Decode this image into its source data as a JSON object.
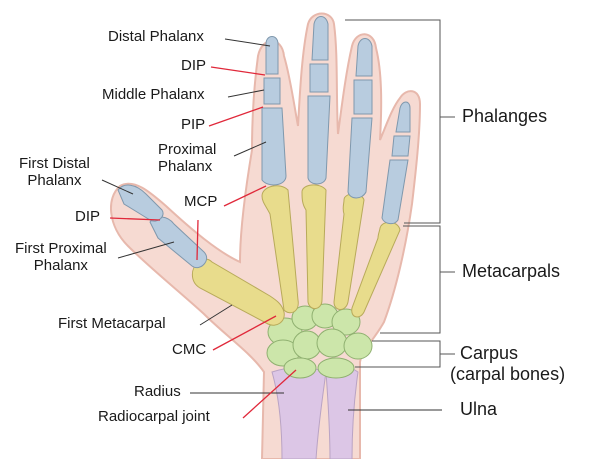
{
  "labels": {
    "distal_phalanx": "Distal Phalanx",
    "dip_upper": "DIP",
    "middle_phalanx": "Middle Phalanx",
    "pip": "PIP",
    "proximal_phalanx_1": "Proximal",
    "proximal_phalanx_2": "Phalanx",
    "first_distal_1": "First Distal",
    "first_distal_2": "Phalanx",
    "dip_thumb": "DIP",
    "mcp": "MCP",
    "first_proximal_1": "First Proximal",
    "first_proximal_2": "Phalanx",
    "first_metacarpal": "First Metacarpal",
    "cmc": "CMC",
    "radius": "Radius",
    "radiocarpal_joint": "Radiocarpal joint",
    "phalanges": "Phalanges",
    "metacarpals": "Metacarpals",
    "carpus": "Carpus",
    "carpal_bones": "(carpal bones)",
    "ulna": "Ulna"
  },
  "colors": {
    "skin": "#f6dad2",
    "skin_edge": "#e7b8ac",
    "phalanx_bone": "#b8ccdf",
    "metacarpal_bone": "#e8dc8c",
    "carpal_bone": "#cce6aa",
    "forearm_bone": "#dcc6e6",
    "leader_black": "#333333",
    "leader_red": "#e0283a",
    "bracket": "#555555"
  }
}
